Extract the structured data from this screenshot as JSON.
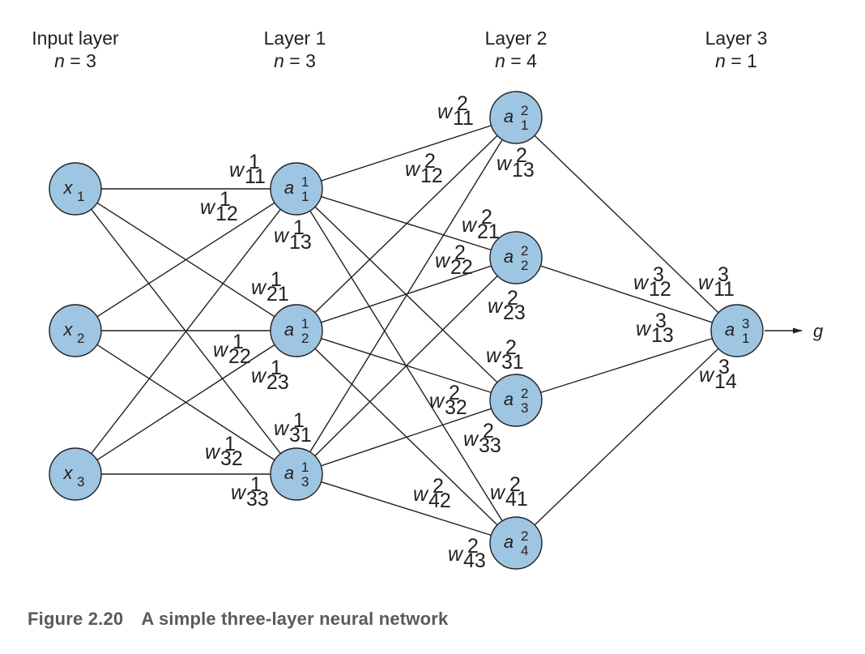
{
  "layers": [
    {
      "title": "Input layer",
      "n_label": "n",
      "n_eq": " = 3",
      "node_prefix": "x",
      "nodes": [
        {
          "sub": "1"
        },
        {
          "sub": "2"
        },
        {
          "sub": "3"
        }
      ]
    },
    {
      "title": "Layer 1",
      "n_label": "n",
      "n_eq": " = 3",
      "node_prefix": "a",
      "sup": "1",
      "nodes": [
        {
          "sub": "1"
        },
        {
          "sub": "2"
        },
        {
          "sub": "3"
        }
      ]
    },
    {
      "title": "Layer 2",
      "n_label": "n",
      "n_eq": " = 4",
      "node_prefix": "a",
      "sup": "2",
      "nodes": [
        {
          "sub": "1"
        },
        {
          "sub": "2"
        },
        {
          "sub": "3"
        },
        {
          "sub": "4"
        }
      ]
    },
    {
      "title": "Layer 3",
      "n_label": "n",
      "n_eq": " = 1",
      "node_prefix": "a",
      "sup": "3",
      "nodes": [
        {
          "sub": "1"
        }
      ]
    }
  ],
  "weights": [
    {
      "sup": "1",
      "sub": "11"
    },
    {
      "sup": "1",
      "sub": "12"
    },
    {
      "sup": "1",
      "sub": "13"
    },
    {
      "sup": "1",
      "sub": "21"
    },
    {
      "sup": "1",
      "sub": "22"
    },
    {
      "sup": "1",
      "sub": "23"
    },
    {
      "sup": "1",
      "sub": "31"
    },
    {
      "sup": "1",
      "sub": "32"
    },
    {
      "sup": "1",
      "sub": "33"
    },
    {
      "sup": "2",
      "sub": "11"
    },
    {
      "sup": "2",
      "sub": "12"
    },
    {
      "sup": "2",
      "sub": "13"
    },
    {
      "sup": "2",
      "sub": "21"
    },
    {
      "sup": "2",
      "sub": "22"
    },
    {
      "sup": "2",
      "sub": "23"
    },
    {
      "sup": "2",
      "sub": "31"
    },
    {
      "sup": "2",
      "sub": "32"
    },
    {
      "sup": "2",
      "sub": "33"
    },
    {
      "sup": "2",
      "sub": "41"
    },
    {
      "sup": "2",
      "sub": "42"
    },
    {
      "sup": "2",
      "sub": "43"
    },
    {
      "sup": "3",
      "sub": "11"
    },
    {
      "sup": "3",
      "sub": "12"
    },
    {
      "sup": "3",
      "sub": "13"
    },
    {
      "sup": "3",
      "sub": "14"
    }
  ],
  "weight_symbol": "w",
  "output": {
    "label": "g"
  },
  "caption": {
    "number": "Figure 2.20",
    "text": "A simple three-layer neural network"
  },
  "colors": {
    "node_fill": "#9ec5e2",
    "stroke": "#231f20",
    "caption": "#5a5a5c"
  }
}
